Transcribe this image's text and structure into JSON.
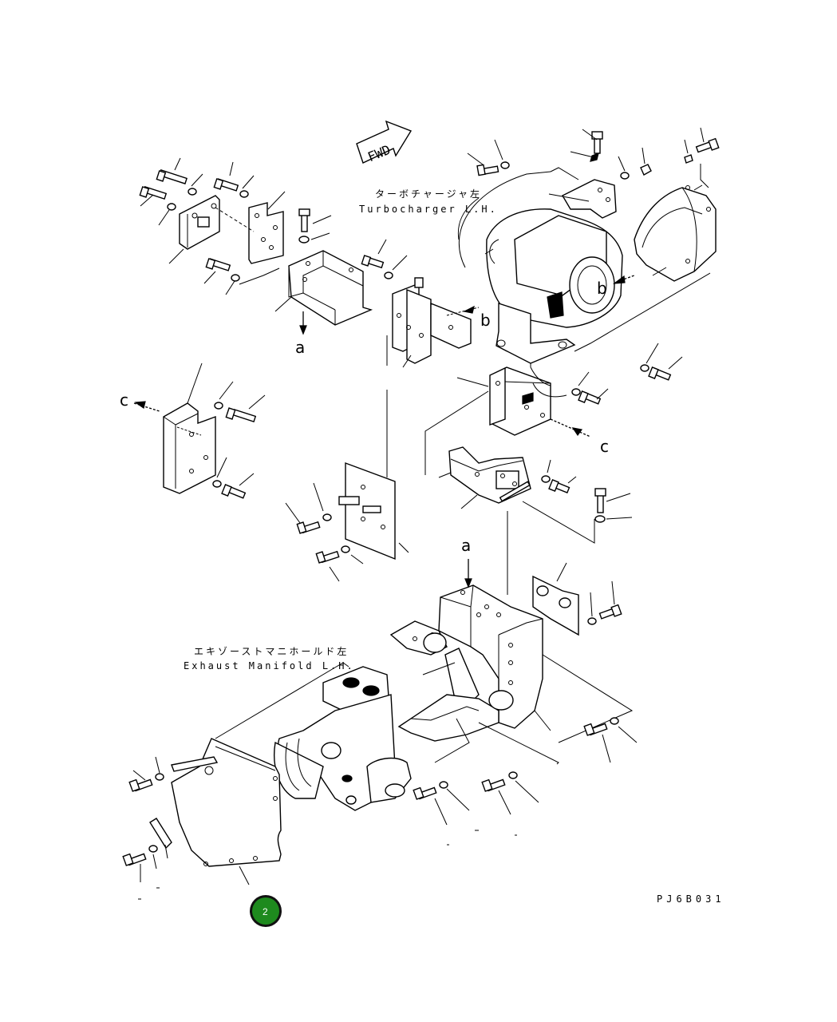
{
  "labels": {
    "turbo_jp": "ターボチャージャ左",
    "turbo_en": "Turbocharger L.H.",
    "exhaust_jp": "エキゾーストマニホールド左",
    "exhaust_en": "Exhaust Manifold L.H.",
    "fwd": "FWD",
    "drawing_code": "PJ6B031"
  },
  "refs": {
    "a_upper": "a",
    "a_lower": "a",
    "b_middle": "b",
    "b_turbo": "b",
    "c_left": "c",
    "c_right": "c"
  },
  "badge": {
    "value": "2",
    "color": "#1e8a1e"
  }
}
